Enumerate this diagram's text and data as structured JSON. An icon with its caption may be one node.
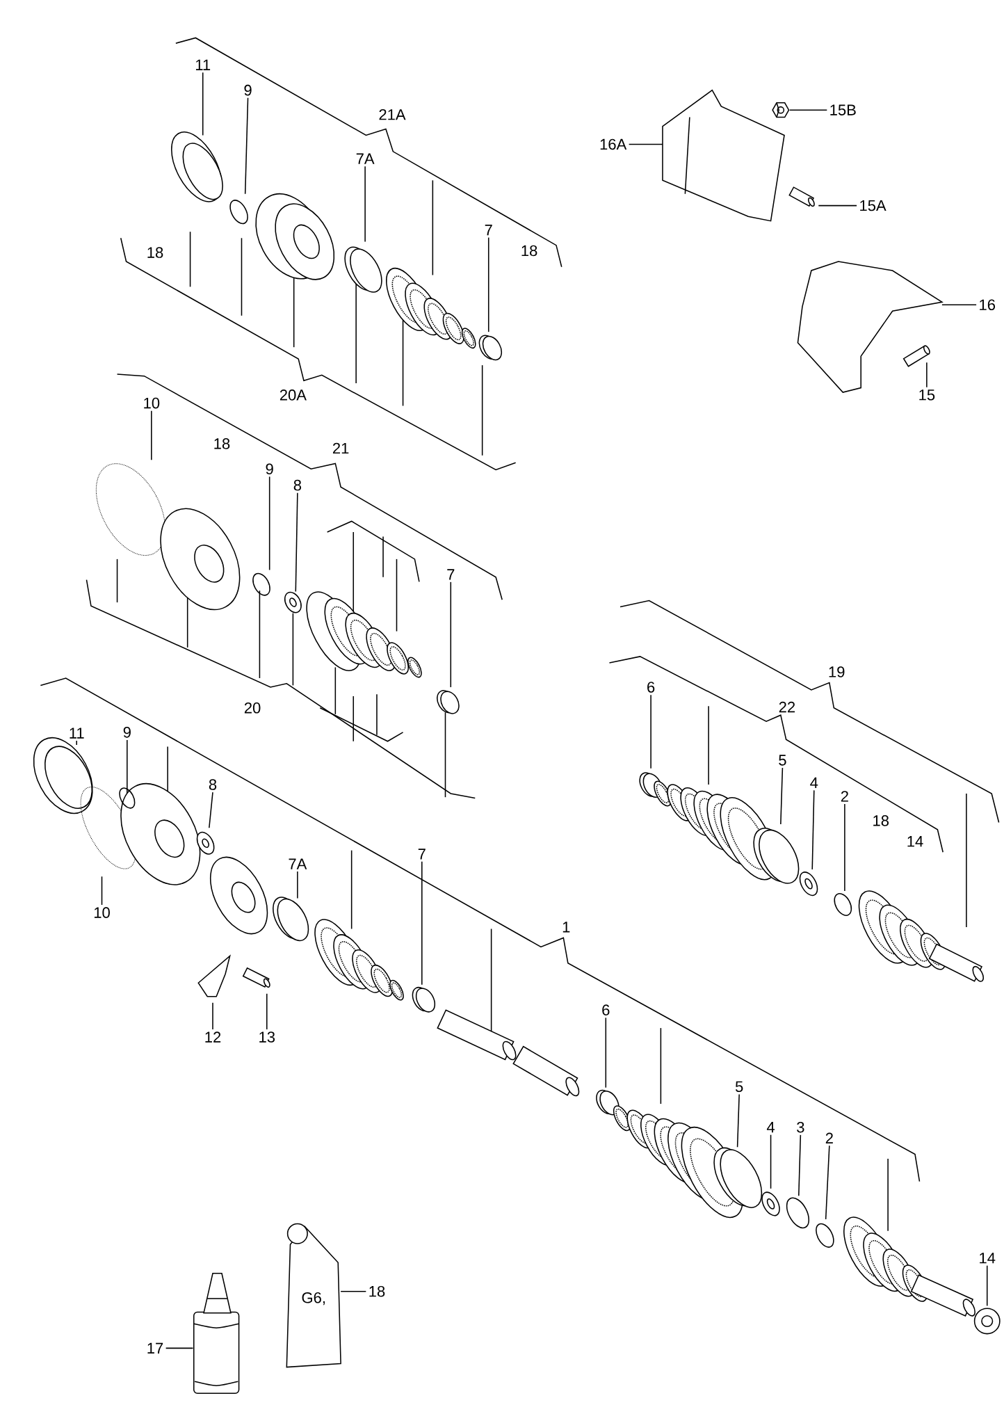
{
  "diagram": {
    "nodes": [
      {
        "text": [
          "11"
        ]
      },
      {
        "text": [
          "9"
        ]
      },
      {
        "text": [
          "7A"
        ]
      },
      {
        "text": [
          "7"
        ]
      },
      {
        "text": [
          "16A"
        ]
      },
      {
        "text": [
          "15B"
        ]
      },
      {
        "text": [
          "15A"
        ]
      },
      {
        "text": [
          "16"
        ]
      },
      {
        "text": [
          "15"
        ]
      },
      {
        "text": [
          "10"
        ]
      },
      {
        "text": [
          "9"
        ]
      },
      {
        "text": [
          "8"
        ]
      },
      {
        "text": [
          "7"
        ]
      },
      {
        "text": [
          "6"
        ]
      },
      {
        "text": [
          "5"
        ]
      },
      {
        "text": [
          "4"
        ]
      },
      {
        "text": [
          "2"
        ]
      },
      {
        "text": [
          "11"
        ]
      },
      {
        "text": [
          "9"
        ]
      },
      {
        "text": [
          "8"
        ]
      },
      {
        "text": [
          "10"
        ]
      },
      {
        "text": [
          "7A"
        ]
      },
      {
        "text": [
          "7"
        ]
      },
      {
        "text": [
          "12"
        ]
      },
      {
        "text": [
          "13"
        ]
      },
      {
        "text": [
          "6"
        ]
      },
      {
        "text": [
          "5"
        ]
      },
      {
        "text": [
          "4"
        ]
      },
      {
        "text": [
          "3"
        ]
      },
      {
        "text": [
          "2"
        ]
      },
      {
        "text": [
          "14"
        ]
      },
      {
        "text": [
          "18"
        ]
      },
      {
        "text": [
          "17"
        ]
      },
      {
        "text": [],
        "shape": "picture"
      },
      {
        "text": [],
        "shape": "picture"
      },
      {
        "text": [],
        "shape": "picture"
      },
      {
        "text": [],
        "shape": "picture"
      },
      {
        "text": [],
        "shape": "picture"
      },
      {
        "text": [],
        "shape": "picture"
      },
      {
        "text": [],
        "shape": "picture"
      },
      {
        "text": [],
        "shape": "picture"
      },
      {
        "text": [],
        "shape": "picture"
      },
      {
        "text": [],
        "shape": "picture"
      },
      {
        "text": [],
        "shape": "picture"
      },
      {
        "text": [],
        "shape": "picture"
      },
      {
        "text": [],
        "shape": "picture"
      },
      {
        "text": [],
        "shape": "picture"
      },
      {
        "text": [],
        "shape": "picture"
      },
      {
        "text": [],
        "shape": "picture"
      },
      {
        "text": [],
        "shape": "picture"
      },
      {
        "text": [],
        "shape": "picture"
      },
      {
        "text": [],
        "shape": "picture"
      },
      {
        "text": [],
        "shape": "picture"
      },
      {
        "text": [],
        "shape": "picture"
      },
      {
        "text": [],
        "shape": "picture"
      },
      {
        "text": [],
        "shape": "picture"
      },
      {
        "text": [],
        "shape": "picture"
      },
      {
        "text": [],
        "shape": "picture"
      },
      {
        "text": [],
        "shape": "picture"
      },
      {
        "text": [],
        "shape": "picture"
      },
      {
        "text": [],
        "shape": "picture"
      },
      {
        "text": [],
        "shape": "picture"
      },
      {
        "text": [],
        "shape": "picture"
      },
      {
        "text": [],
        "shape": "picture"
      },
      {
        "text": [],
        "shape": "picture"
      },
      {
        "text": [],
        "shape": "picture"
      }
    ],
    "edges": [
      {
        "from": 0,
        "to": 33,
        "arrow": "none"
      },
      {
        "from": 1,
        "to": 34,
        "arrow": "none"
      },
      {
        "from": 2,
        "to": 35,
        "arrow": "none"
      },
      {
        "from": 3,
        "to": 36,
        "arrow": "none"
      },
      {
        "from": 4,
        "to": 37,
        "arrow": "none"
      },
      {
        "from": 5,
        "to": 38,
        "arrow": "none"
      },
      {
        "from": 6,
        "to": 39,
        "arrow": "none"
      },
      {
        "from": 7,
        "to": 40,
        "arrow": "none"
      },
      {
        "from": 8,
        "to": 41,
        "arrow": "none"
      },
      {
        "from": 9,
        "to": 42,
        "arrow": "none"
      },
      {
        "from": 10,
        "to": 43,
        "arrow": "none"
      },
      {
        "from": 11,
        "to": 44,
        "arrow": "none"
      },
      {
        "from": 12,
        "to": 45,
        "arrow": "none"
      },
      {
        "from": 13,
        "to": 46,
        "arrow": "none"
      },
      {
        "from": 14,
        "to": 47,
        "arrow": "none"
      },
      {
        "from": 15,
        "to": 48,
        "arrow": "none"
      },
      {
        "from": 16,
        "to": 49,
        "arrow": "none"
      },
      {
        "from": 17,
        "to": 50,
        "arrow": "none"
      },
      {
        "from": 18,
        "to": 51,
        "arrow": "none"
      },
      {
        "from": 19,
        "to": 52,
        "arrow": "none"
      },
      {
        "from": 20,
        "to": 53,
        "arrow": "none"
      },
      {
        "from": 21,
        "to": 54,
        "arrow": "none"
      },
      {
        "from": 22,
        "to": 55,
        "arrow": "none"
      },
      {
        "from": 23,
        "to": 56,
        "arrow": "none"
      },
      {
        "from": 24,
        "to": 57,
        "arrow": "none"
      },
      {
        "from": 25,
        "to": 58,
        "arrow": "none"
      },
      {
        "from": 26,
        "to": 59,
        "arrow": "none"
      },
      {
        "from": 27,
        "to": 60,
        "arrow": "none"
      },
      {
        "from": 28,
        "to": 61,
        "arrow": "none"
      },
      {
        "from": 29,
        "to": 62,
        "arrow": "none"
      },
      {
        "from": 30,
        "to": 63,
        "arrow": "none"
      },
      {
        "from": 31,
        "to": 64,
        "arrow": "none"
      },
      {
        "from": 32,
        "to": 65,
        "arrow": "none"
      }
    ],
    "labels": [
      "21A",
      "18",
      "18",
      "20A",
      "18",
      "21",
      "20",
      "19",
      "22",
      "18",
      "14",
      "1",
      "G6,"
    ]
  }
}
